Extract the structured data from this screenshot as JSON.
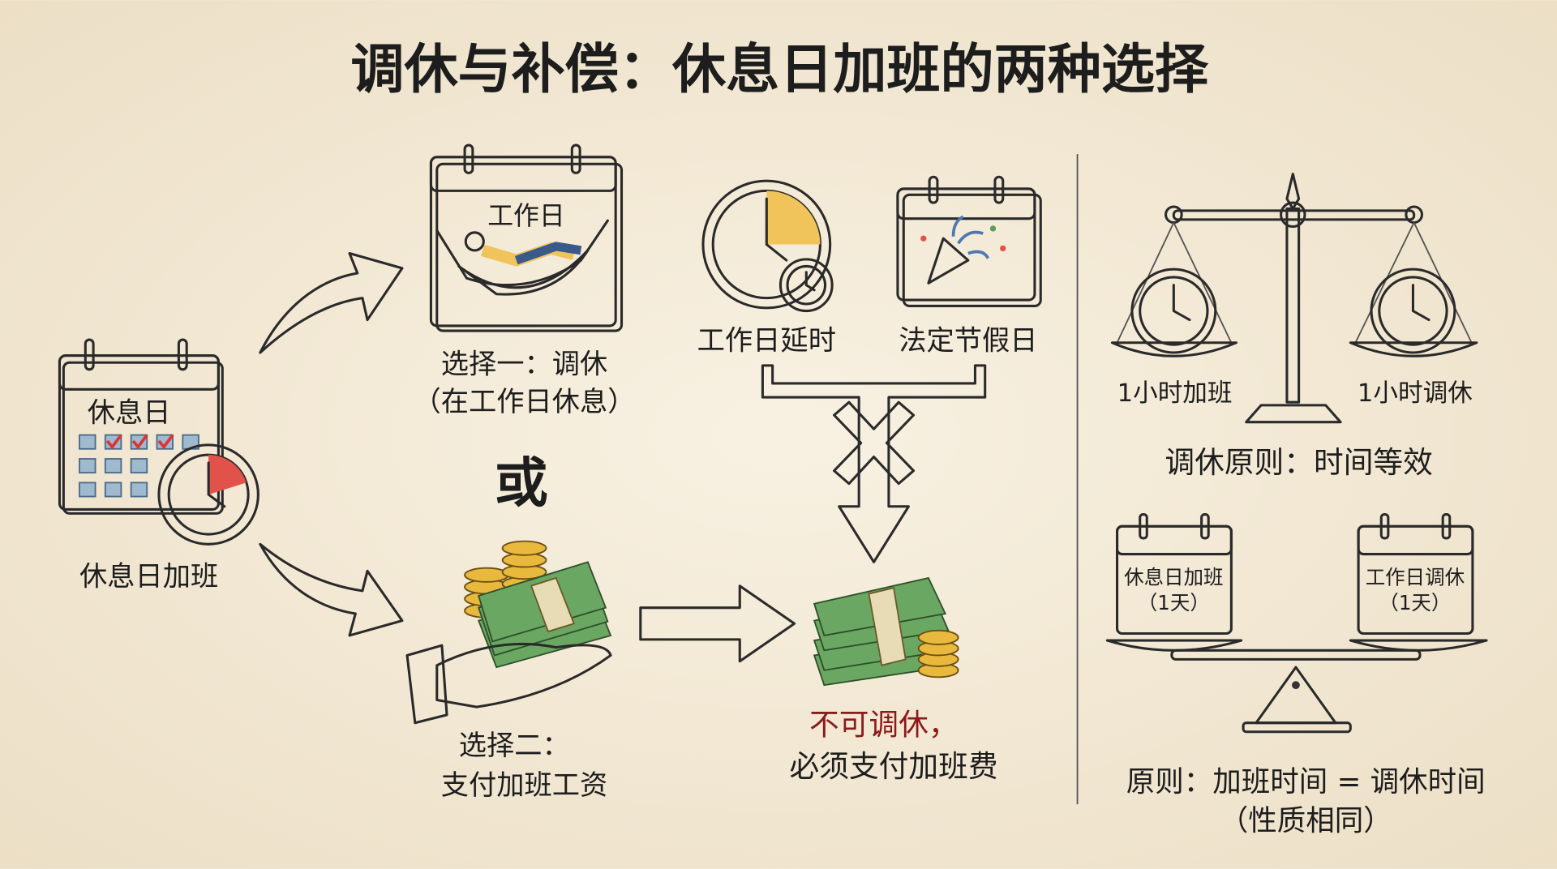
{
  "title": "调休与补偿：休息日加班的两种选择",
  "left": {
    "calendar_label": "休息日",
    "caption": "休息日加班"
  },
  "option_one": {
    "calendar_label": "工作日",
    "caption_line1": "选择一：调休",
    "caption_line2": "（在工作日休息）"
  },
  "or_label": "或",
  "option_two": {
    "caption_line1": "选择二：",
    "caption_line2": "支付加班工资"
  },
  "exceptions": {
    "workday_overtime": "工作日延时",
    "legal_holiday": "法定节假日",
    "result_line1": "不可调休，",
    "result_line2": "必须支付加班费"
  },
  "principles": {
    "scale_left": "1小时加班",
    "scale_right": "1小时调休",
    "principle1": "调休原则：时间等效",
    "cal_left_line1": "休息日加班",
    "cal_left_line2": "（1天）",
    "cal_right_line1": "工作日调休",
    "cal_right_line2": "（1天）",
    "principle2_line1": "原则：加班时间 = 调休时间",
    "principle2_line2": "（性质相同）"
  },
  "colors": {
    "background": "#f4ecdc",
    "red": "#e0524a",
    "blue": "#4f78b3",
    "yellow": "#f0c45a",
    "green": "#5f9a5a",
    "dark_red": "#8b1a1a",
    "steel": "#6c7f99"
  }
}
